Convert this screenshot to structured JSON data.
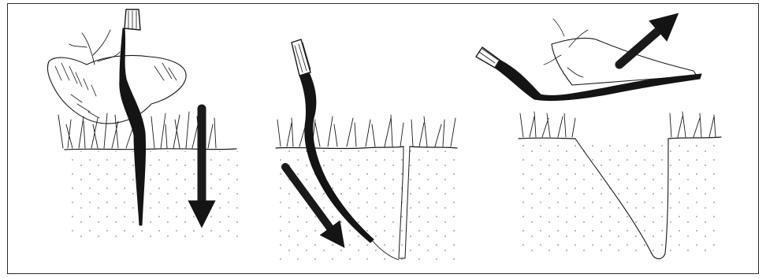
{
  "figure": {
    "colors": {
      "ink": "#141414",
      "line": "#1a1a1a",
      "soil_dots": "#8a8a8a",
      "background": "#ffffff",
      "border": "#2b2b2b"
    },
    "panels": [
      {
        "id": "step-1",
        "tool_state": "blade-inserted-vertically",
        "arrow_direction": "down"
      },
      {
        "id": "step-2",
        "tool_state": "blade-levered-forward",
        "arrow_direction": "down-right"
      },
      {
        "id": "step-3",
        "tool_state": "blade-lifting-plug-out",
        "arrow_direction": "up-right"
      }
    ]
  }
}
